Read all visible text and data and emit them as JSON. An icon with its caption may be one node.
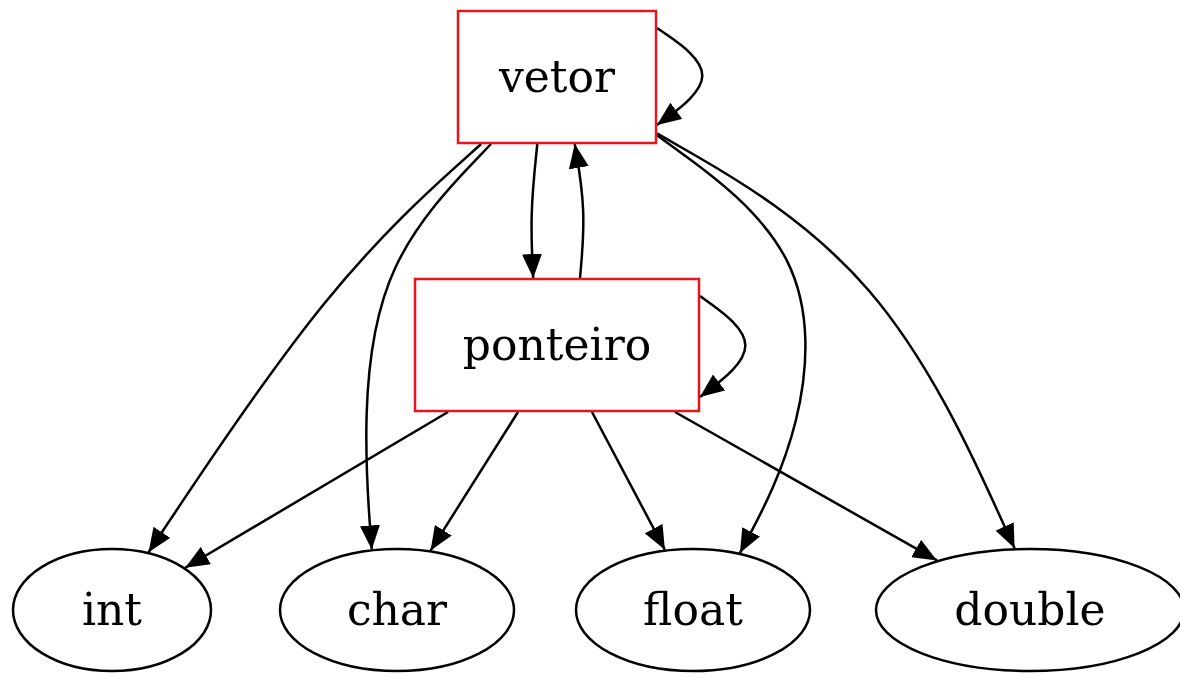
{
  "diagram": {
    "nodes": [
      {
        "text": [
          "vetor"
        ]
      },
      {
        "text": [
          "ponteiro"
        ]
      },
      {
        "text": [
          "int"
        ]
      },
      {
        "text": [
          "char"
        ]
      },
      {
        "text": [
          "float"
        ]
      },
      {
        "text": [
          "double"
        ]
      }
    ],
    "edges": [
      {
        "from": 0,
        "to": 0,
        "arrow": "to"
      },
      {
        "from": 0,
        "to": 1,
        "arrow": "to"
      },
      {
        "from": 1,
        "to": 0,
        "arrow": "to"
      },
      {
        "from": 1,
        "to": 1,
        "arrow": "to"
      },
      {
        "from": 0,
        "to": 2,
        "arrow": "to"
      },
      {
        "from": 0,
        "to": 3,
        "arrow": "to"
      },
      {
        "from": 0,
        "to": 4,
        "arrow": "to"
      },
      {
        "from": 0,
        "to": 5,
        "arrow": "to"
      },
      {
        "from": 1,
        "to": 2,
        "arrow": "to"
      },
      {
        "from": 1,
        "to": 3,
        "arrow": "to"
      },
      {
        "from": 1,
        "to": 4,
        "arrow": "to"
      },
      {
        "from": 1,
        "to": 5,
        "arrow": "to"
      }
    ]
  }
}
